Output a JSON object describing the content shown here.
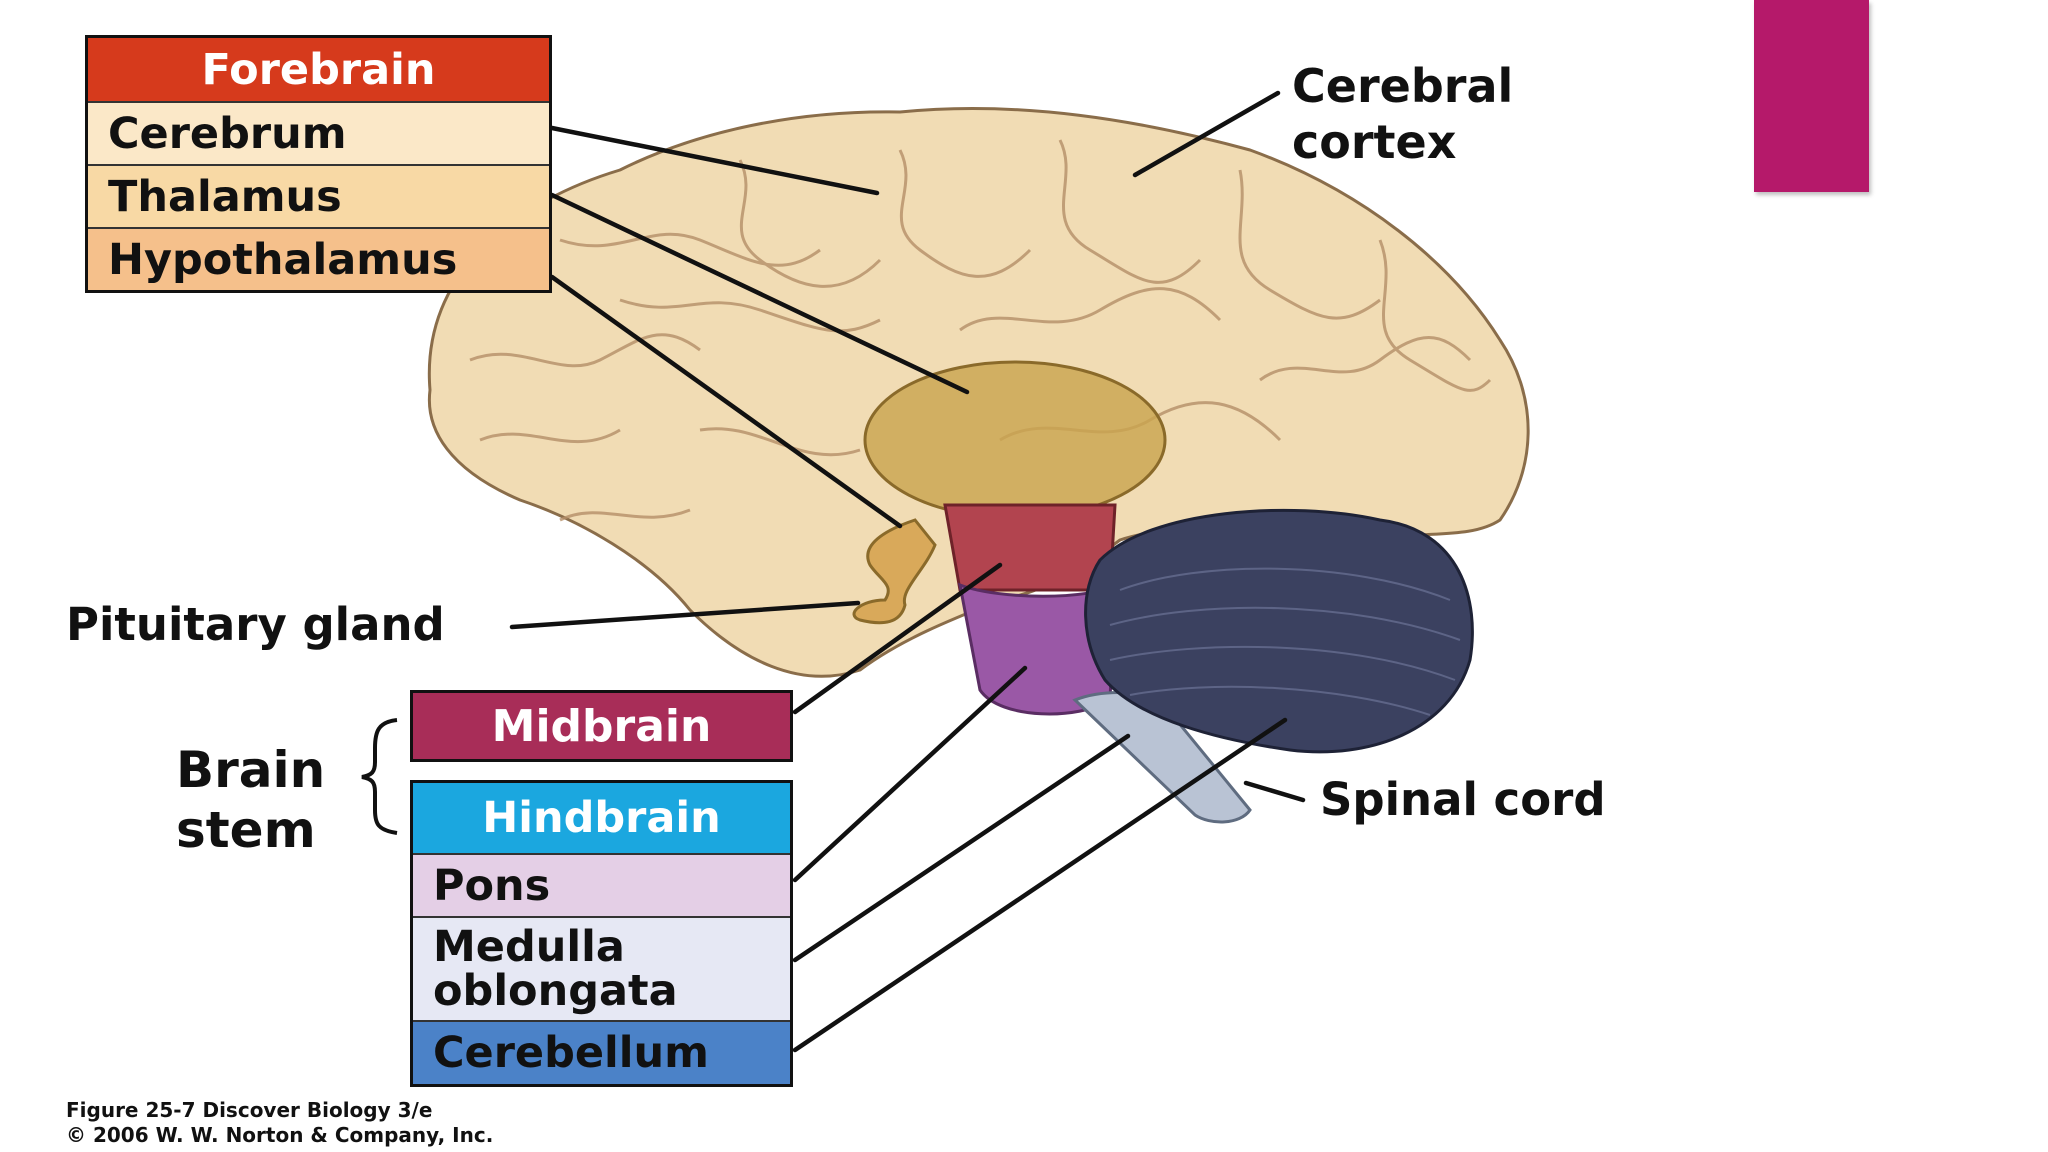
{
  "colors": {
    "accent_bar": "#b5196a",
    "forebrain_header": "#d63a1c",
    "cerebrum": "#fbe8c8",
    "thalamus": "#f8d9a5",
    "hypothalamus": "#f5c08b",
    "midbrain": "#a82d58",
    "hindbrain_header": "#1ba7df",
    "pons": "#e4cfe6",
    "medulla": "#e6e8f4",
    "cerebellum": "#4b82c8"
  },
  "forebrain": {
    "header": "Forebrain",
    "items": [
      "Cerebrum",
      "Thalamus",
      "Hypothalamus"
    ]
  },
  "midbrain": {
    "header": "Midbrain"
  },
  "hindbrain": {
    "header": "Hindbrain",
    "pons": "Pons",
    "medulla_line1": "Medulla",
    "medulla_line2": "oblongata",
    "cerebellum": "Cerebellum"
  },
  "labels": {
    "cortex_line1": "Cerebral",
    "cortex_line2": "cortex",
    "pituitary": "Pituitary gland",
    "brainstem_line1": "Brain",
    "brainstem_line2": "stem",
    "spinal_cord": "Spinal cord"
  },
  "caption": {
    "line1": "Figure 25-7  Discover Biology 3/e",
    "line2": "© 2006 W. W. Norton & Company, Inc."
  }
}
